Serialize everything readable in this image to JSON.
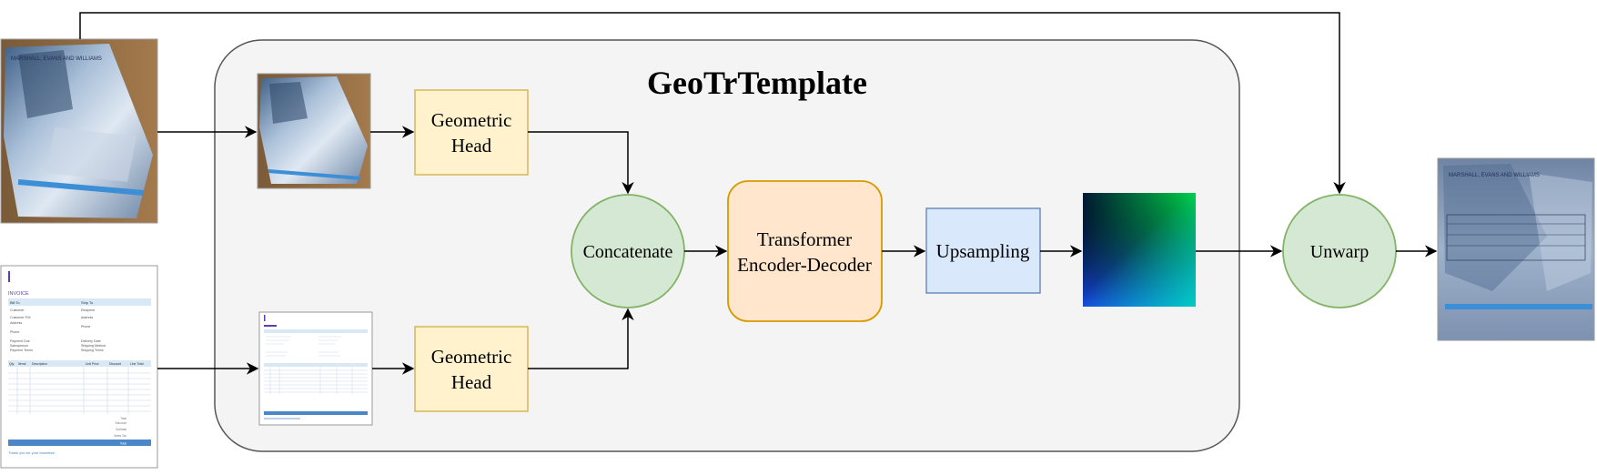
{
  "title": "GeoTrTemplate",
  "nodes": {
    "geometric_head_top": {
      "line1": "Geometric",
      "line2": "Head"
    },
    "geometric_head_bottom": {
      "line1": "Geometric",
      "line2": "Head"
    },
    "concatenate": "Concatenate",
    "transformer": {
      "line1": "Transformer",
      "line2": "Encoder-Decoder"
    },
    "upsampling": "Upsampling",
    "unwarp": "Unwarp"
  },
  "invoice": {
    "heading": "INVOICE",
    "bill_to": "Bill To",
    "ship_to": "Ship To",
    "left_fields": [
      "Customer",
      "Customer P.M",
      "Address",
      "Phone"
    ],
    "right_fields": [
      "Recipient",
      "Address",
      "Phone"
    ],
    "left_terms": [
      "Payment Due",
      "Salesperson",
      "Payment Terms"
    ],
    "right_terms": [
      "Delivery Date",
      "Shipping Method",
      "Shipping Terms"
    ],
    "columns": [
      "Qty",
      "Item#",
      "Description",
      "Unit Price",
      "Discount",
      "Line Total"
    ],
    "totals": [
      "Total",
      "Discount",
      "Subtotal",
      "Sales Tax"
    ],
    "grand_total": "Total",
    "footer": "Thank you for your business!"
  },
  "photo_header": "MARSHALL, EVANS AND WILLIAMS",
  "colors": {
    "container_fill": "#f4f4f4",
    "container_stroke": "#555555",
    "head_fill": "#fff2cc",
    "head_stroke": "#d6b656",
    "circle_fill": "#d5e8d4",
    "circle_stroke": "#82b366",
    "transformer_fill": "#ffe6cc",
    "transformer_stroke": "#d79b00",
    "upsampling_fill": "#dae8fc",
    "upsampling_stroke": "#6c8ebf"
  }
}
